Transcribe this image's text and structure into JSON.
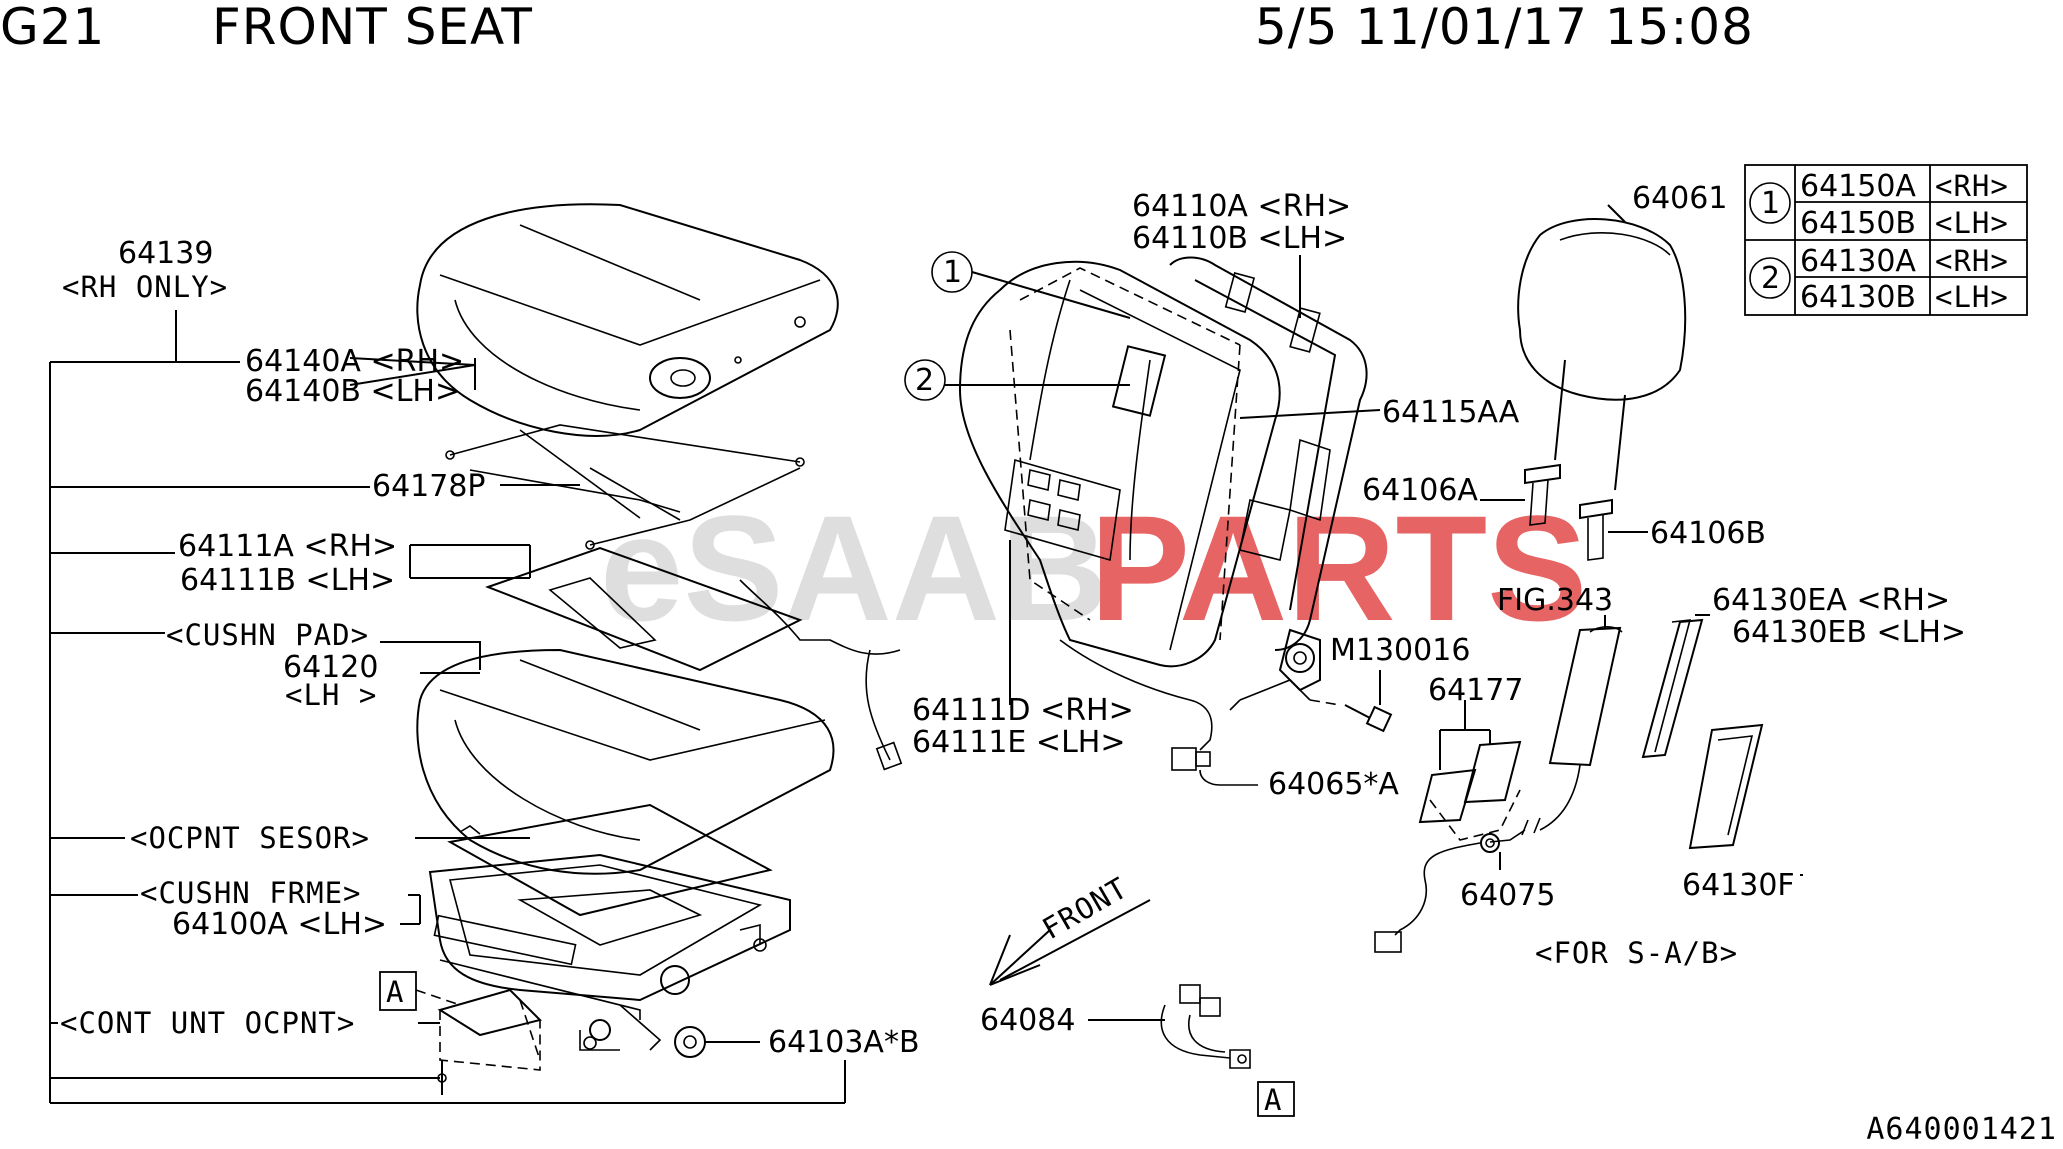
{
  "header": {
    "code": "G21",
    "title": "FRONT SEAT",
    "meta": "5/5 11/01/17 15:08"
  },
  "watermark": {
    "part1": "eSAAB",
    "part2": "PARTS",
    "color1": "#d9d9d9",
    "color2": "#e24a4a"
  },
  "labels": {
    "p64139": "64139",
    "rh_only": "<RH ONLY>",
    "p64140a": "64140A <RH>",
    "p64140b": "64140B <LH>",
    "p64178p": "64178P",
    "p64111a": "64111A <RH>",
    "p64111b": "64111B <LH>",
    "cushn_pad": "<CUSHN PAD>",
    "p64120": "64120",
    "lh": "<LH >",
    "ocpnt_sesor": "<OCPNT SESOR>",
    "cushn_frme": "<CUSHN FRME>",
    "p64100a": "64100A <LH>",
    "cont_unt": "<CONT UNT OCPNT>",
    "p64103ab": "64103A*B",
    "box_a": "A",
    "p64110a": "64110A <RH>",
    "p64110b": "64110B <LH>",
    "c1": "1",
    "c2": "2",
    "p64115aa": "64115AA",
    "p64106a": "64106A",
    "p64106b": "64106B",
    "p64061": "64061",
    "fig343": "FIG.343",
    "m130016": "M130016",
    "p64111d": "64111D <RH>",
    "p64111e": "64111E <LH>",
    "p64065a": "64065*A",
    "p64177": "64177",
    "p64075": "64075",
    "p64130ea": "64130EA <RH>",
    "p64130eb": "64130EB <LH>",
    "p64130f": "64130F",
    "for_sab": "<FOR S-A/B>",
    "front": "FRONT",
    "p64084": "64084"
  },
  "table": {
    "rows": [
      {
        "circle": "1",
        "part": "64150A",
        "side": "<RH>"
      },
      {
        "circle": "1",
        "part": "64150B",
        "side": "<LH>"
      },
      {
        "circle": "2",
        "part": "64130A",
        "side": "<RH>"
      },
      {
        "circle": "2",
        "part": "64130B",
        "side": "<LH>"
      }
    ]
  },
  "footer": {
    "drawing_code": "A640001421"
  }
}
